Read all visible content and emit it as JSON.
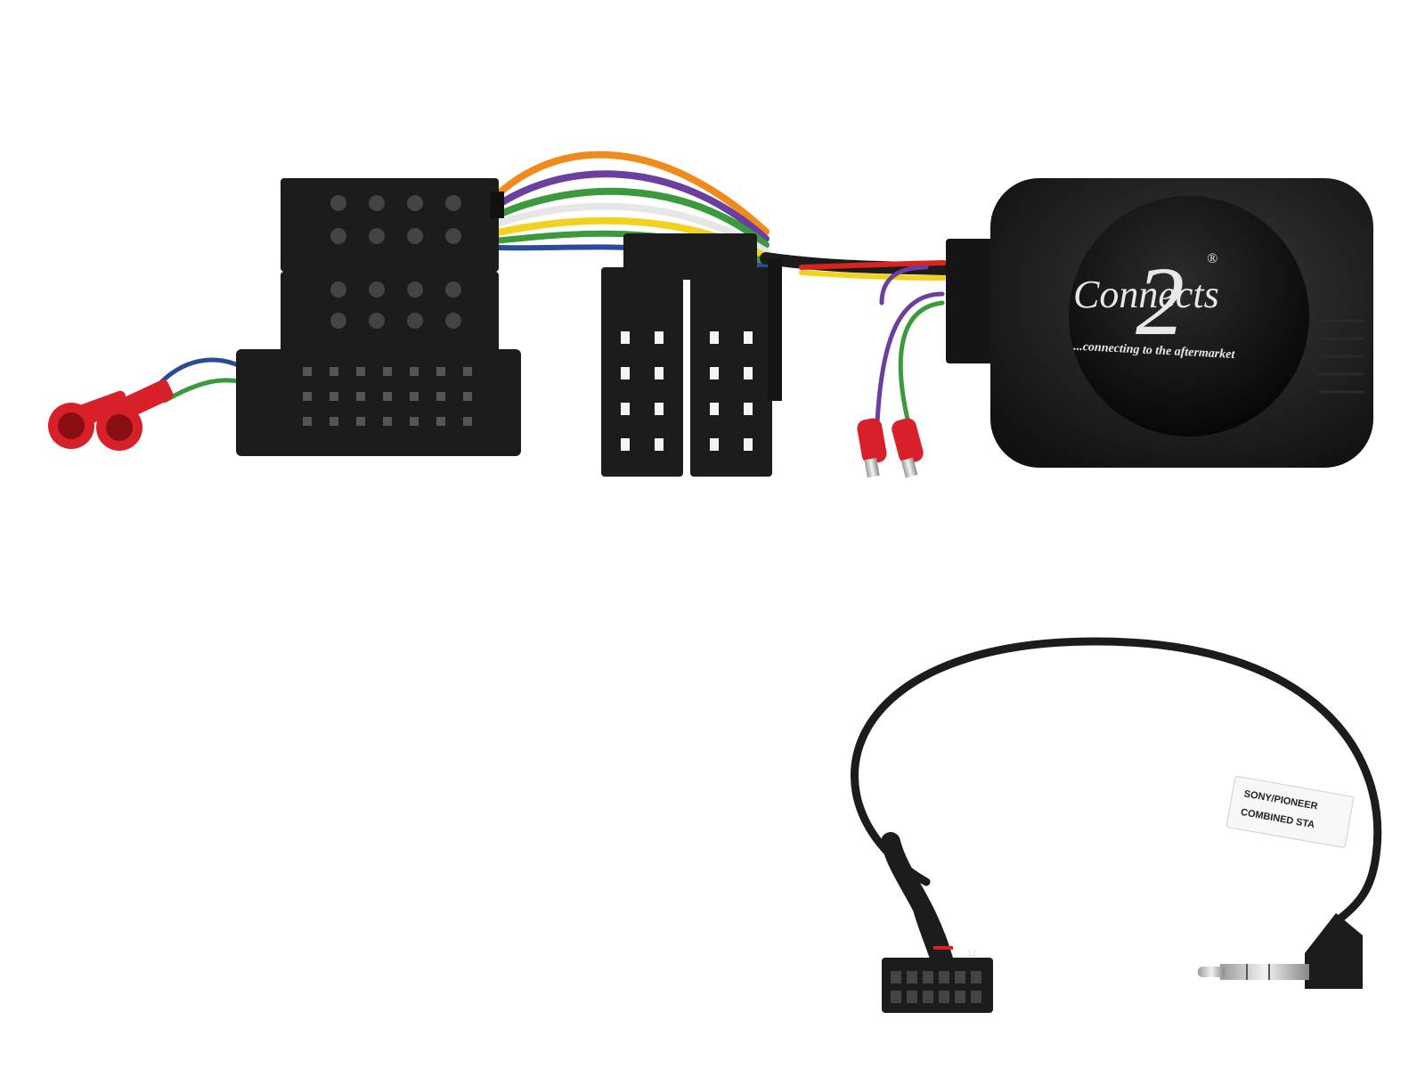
{
  "product": {
    "brand_logo": {
      "wordmark": "Connects",
      "numeral": "2",
      "registered": "®",
      "tagline": "...connecting to the aftermarket"
    },
    "cable_tag": {
      "line1": "SONY/PIONEER",
      "line2": "COMBINED STA"
    },
    "jack_pin_label": "12"
  },
  "colors": {
    "background": "#ffffff",
    "plastic": "#1c1c1c",
    "connector_red": "#d8202a",
    "wire_orange": "#f08a1c",
    "wire_green": "#3b9a3b",
    "wire_purple": "#6a3fa0",
    "wire_yellow": "#f2d21e",
    "wire_red": "#d9231f",
    "wire_white": "#e6e6e6",
    "wire_blue": "#2b4a9a"
  }
}
